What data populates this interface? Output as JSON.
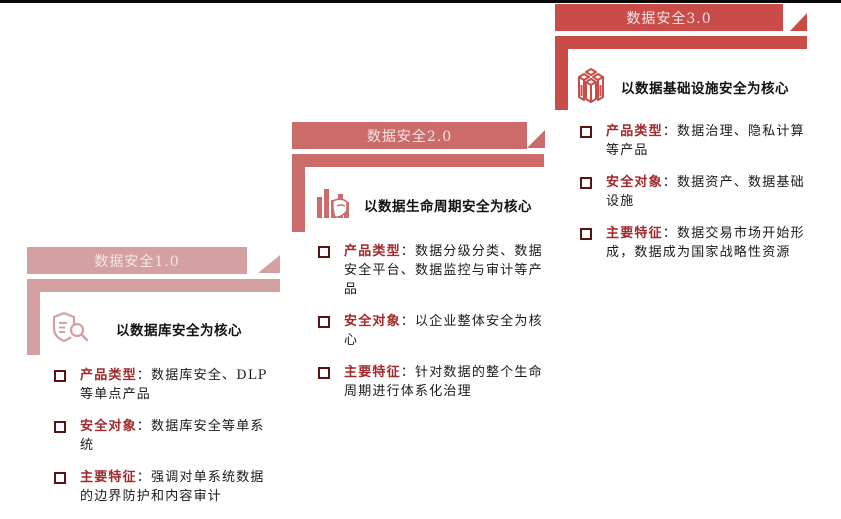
{
  "colors": {
    "stage1": "#d5a0a2",
    "stage2": "#cc6c6a",
    "stage3": "#c94c48",
    "label_red": "#a3282b",
    "bullet_border": "#5a1414"
  },
  "stages": [
    {
      "title": "数据安全1.0",
      "icon": "database-search-shield-icon",
      "core": "以数据库安全为核心",
      "items": [
        {
          "label": "产品类型",
          "sep": "：",
          "text": "数据库安全、DLP等单点产品"
        },
        {
          "label": "安全对象",
          "sep": "：",
          "text": "数据库安全等单系统"
        },
        {
          "label": "主要特征",
          "sep": "：",
          "text": "强调对单系统数据的边界防护和内容审计"
        }
      ]
    },
    {
      "title": "数据安全2.0",
      "icon": "lifecycle-bar-chart-icon",
      "core": "以数据生命周期安全为核心",
      "items": [
        {
          "label": "产品类型",
          "sep": "：",
          "text": "数据分级分类、数据安全平台、数据监控与审计等产品"
        },
        {
          "label": "安全对象",
          "sep": "：",
          "text": "以企业整体安全为核心"
        },
        {
          "label": "主要特征",
          "sep": "：",
          "text": "针对数据的整个生命周期进行体系化治理"
        }
      ]
    },
    {
      "title": "数据安全3.0",
      "icon": "infrastructure-cubes-icon",
      "core": "以数据基础设施安全为核心",
      "items": [
        {
          "label": "产品类型",
          "sep": "：",
          "text": "数据治理、隐私计算等产品"
        },
        {
          "label": "安全对象",
          "sep": "：",
          "text": "数据资产、数据基础设施"
        },
        {
          "label": "主要特征",
          "sep": "：",
          "text": "数据交易市场开始形成，数据成为国家战略性资源"
        }
      ]
    }
  ]
}
